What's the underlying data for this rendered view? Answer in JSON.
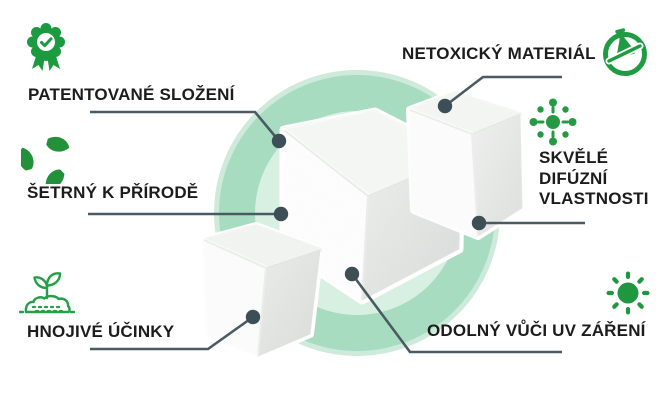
{
  "language": "cs",
  "colors": {
    "background": "#ffffff",
    "accent_green": "#1b9a3f",
    "circle_ring": "#a7dcc0",
    "circle_inner": "#d8f0e2",
    "circle_outer_rim": "#cdeada",
    "connector_line": "#4a5a62",
    "connector_dot": "#3e4e56",
    "text": "#1c1c1c"
  },
  "center_object": "three white foam cubes on green circle",
  "features": [
    {
      "id": "patented",
      "label": "PATENTOVANÉ SLOŽENÍ",
      "icon": "award-badge-icon"
    },
    {
      "id": "nontoxic",
      "label": "NETOXICKÝ MATERIÁL",
      "icon": "no-toxic-flask-icon"
    },
    {
      "id": "eco",
      "label": "ŠETRNÝ K PŘÍRODĚ",
      "icon": "recycle-leaves-icon"
    },
    {
      "id": "diffusion",
      "label": "SKVĚLÉ DIFÚZNÍ VLASTNOSTI",
      "label_lines": [
        "SKVĚLÉ",
        "DIFÚZNÍ",
        "VLASTNOSTI"
      ],
      "icon": "diffusion-icon"
    },
    {
      "id": "fertilizer",
      "label": "HNOJIVÉ ÚČINKY",
      "icon": "sprout-icon"
    },
    {
      "id": "uv",
      "label": "ODOLNÝ VŮČI UV ZÁŘENÍ",
      "icon": "sun-icon"
    }
  ]
}
